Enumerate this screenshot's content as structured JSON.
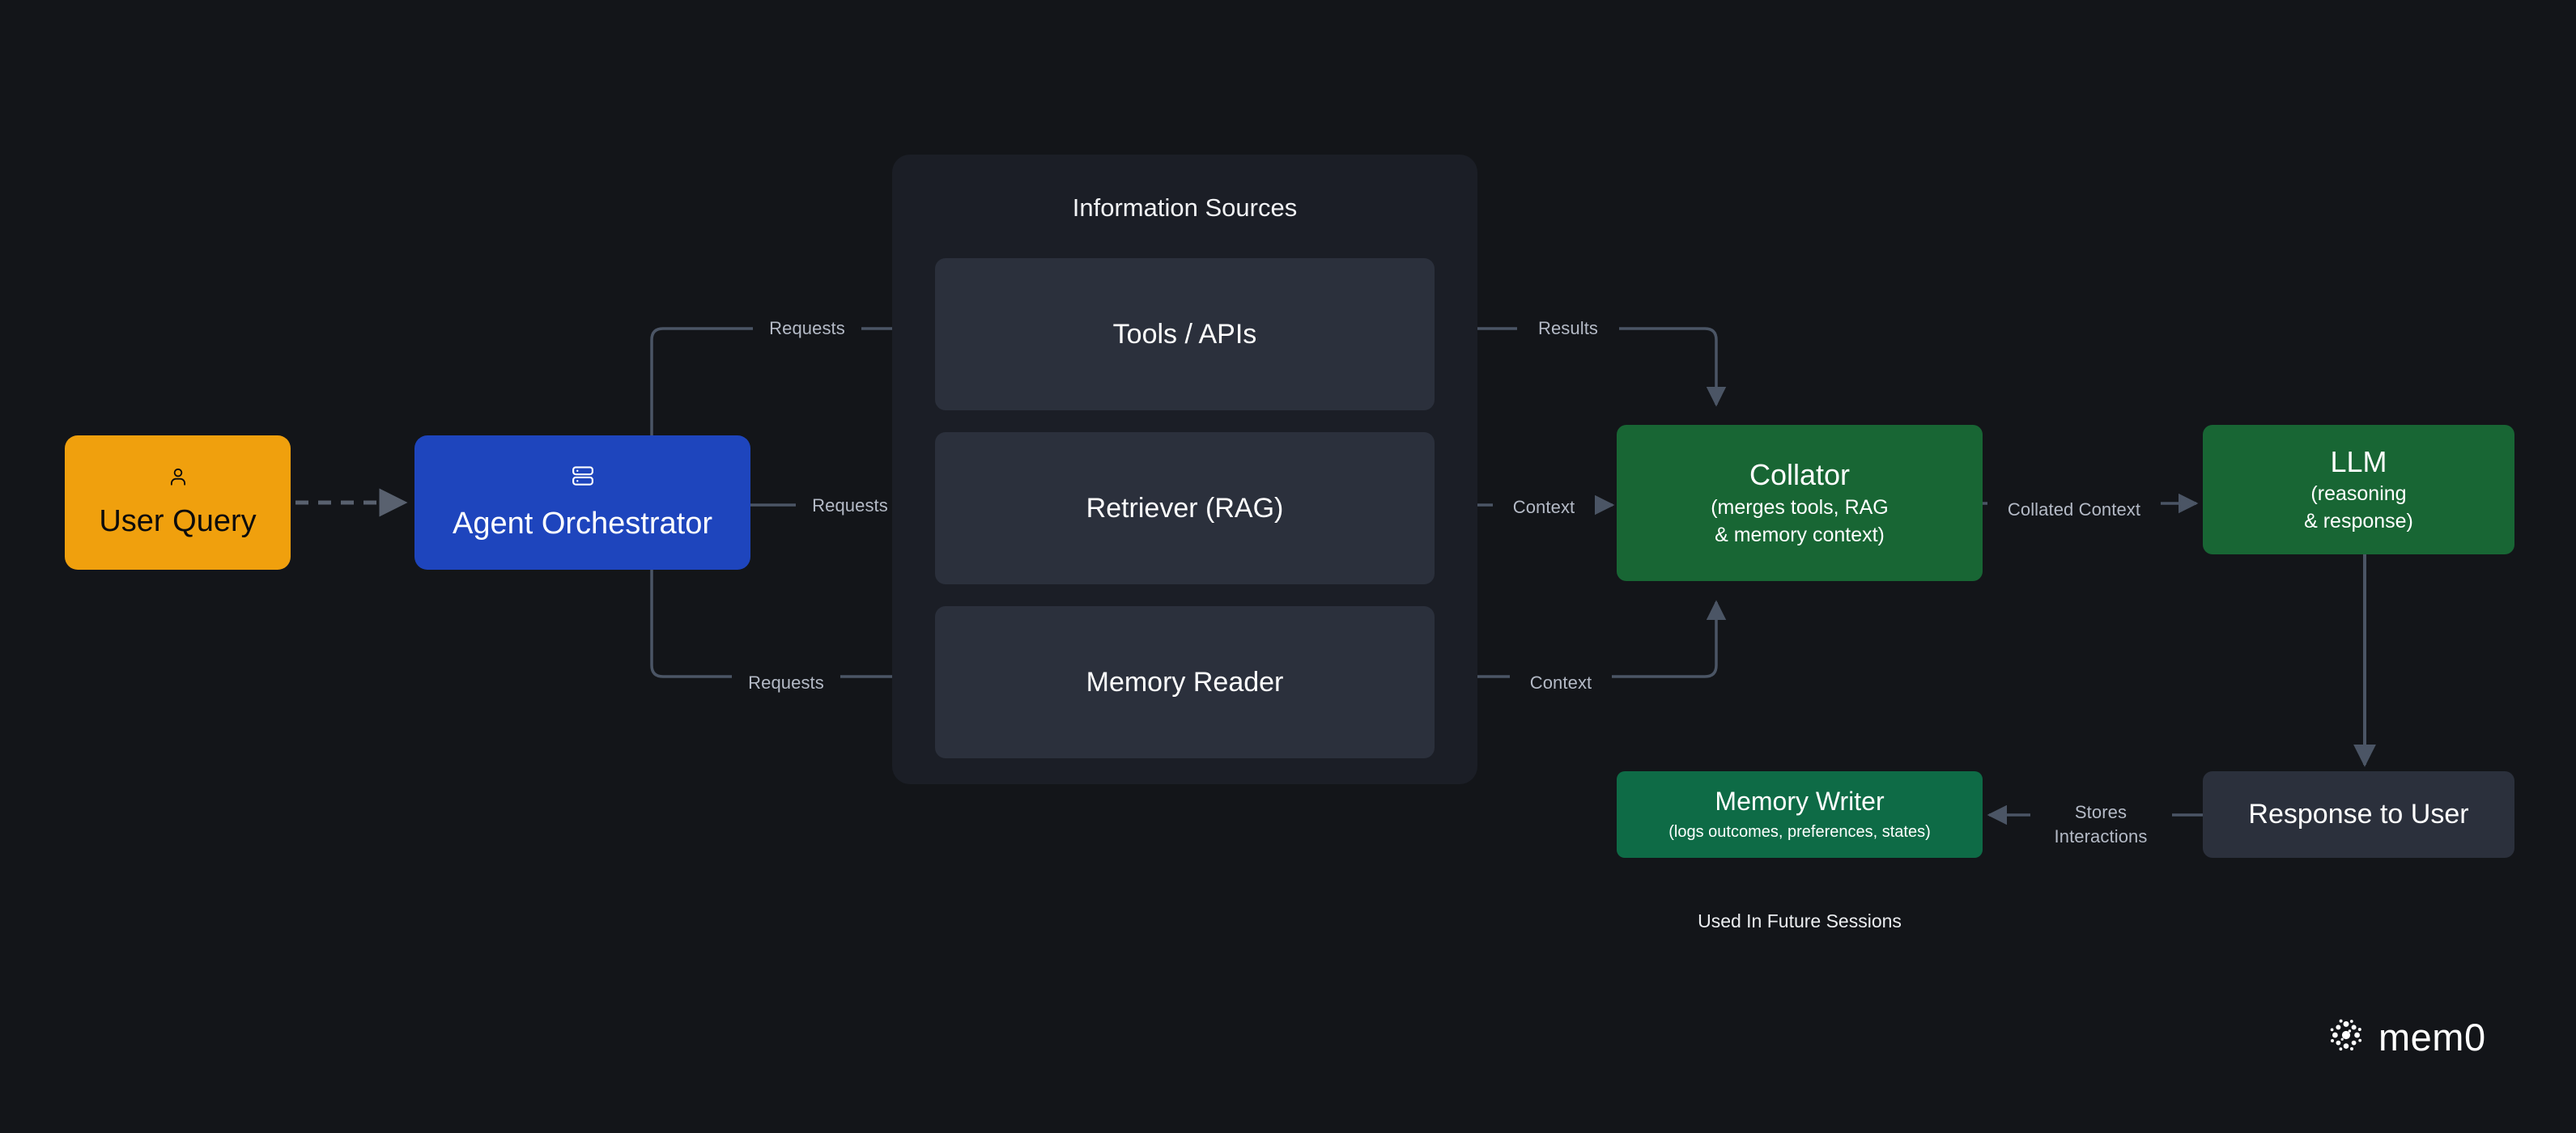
{
  "diagram": {
    "background_color": "#131519",
    "nodes": {
      "user_query": {
        "label": "User Query",
        "icon": "user-icon",
        "color": "#f0a00d"
      },
      "agent_orchestrator": {
        "label": "Agent Orchestrator",
        "icon": "server-stack-icon",
        "color": "#1e45bd"
      },
      "collator": {
        "label": "Collator",
        "sub_line_1": "(merges tools, RAG",
        "sub_line_2": "& memory context)",
        "color": "#186634"
      },
      "llm": {
        "label": "LLM",
        "sub_line_1": "(reasoning",
        "sub_line_2": "& response)",
        "color": "#186634"
      },
      "memory_writer": {
        "label": "Memory Writer",
        "sub_line_1": "(logs outcomes, preferences, states)",
        "color": "#0e6b46"
      },
      "response_to_user": {
        "label": "Response to User",
        "color": "#2b303c"
      }
    },
    "information_sources_panel": {
      "title": "Information Sources",
      "background_color": "#1b1e26",
      "cards": [
        {
          "label": "Tools / APIs"
        },
        {
          "label": "Retriever (RAG)"
        },
        {
          "label": "Memory Reader"
        }
      ]
    },
    "captions": {
      "used_in_future_sessions": "Used In Future Sessions"
    },
    "edge_labels": {
      "requests_tools": "Requests",
      "requests_retriever": "Requests",
      "requests_memory": "Requests",
      "results": "Results",
      "context_retriever": "Context",
      "context_memory": "Context",
      "collated_context": "Collated Context",
      "stores_interactions_line_1": "Stores",
      "stores_interactions_line_2": "Interactions"
    },
    "edge_color": "#4b5565",
    "brand": {
      "wordmark": "mem0",
      "logo_icon": "mem0-radial-dots-logo"
    }
  }
}
